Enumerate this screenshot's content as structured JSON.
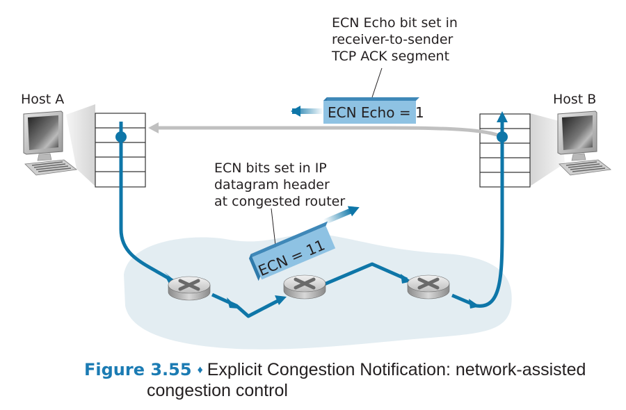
{
  "hosts": {
    "a": {
      "label": "Host A"
    },
    "b": {
      "label": "Host B"
    }
  },
  "annotations": {
    "ecn_echo_note": [
      "ECN Echo bit set in",
      "receiver-to-sender",
      "TCP ACK segment"
    ],
    "ecn_bits_note": [
      "ECN bits set in IP",
      "datagram header",
      "at congested router"
    ]
  },
  "packets": {
    "ack_packet": {
      "label": "ECN Echo = 1"
    },
    "ip_packet": {
      "label": "ECN = 11"
    }
  },
  "caption": {
    "figure_number": "Figure 3.55",
    "separator": "♦",
    "title_line1": "Explicit Congestion Notification: network-assisted",
    "title_line2": "congestion control"
  },
  "colors": {
    "path_blue": "#0e76a8",
    "packet_fill": "#8ec2e3",
    "network_cloud": "#e3edf2",
    "ack_path_gray": "#c0c0c0",
    "caption_blue": "#1b7bb3"
  },
  "diagram": {
    "routers": 3,
    "buffer_slots_per_host": 5
  }
}
